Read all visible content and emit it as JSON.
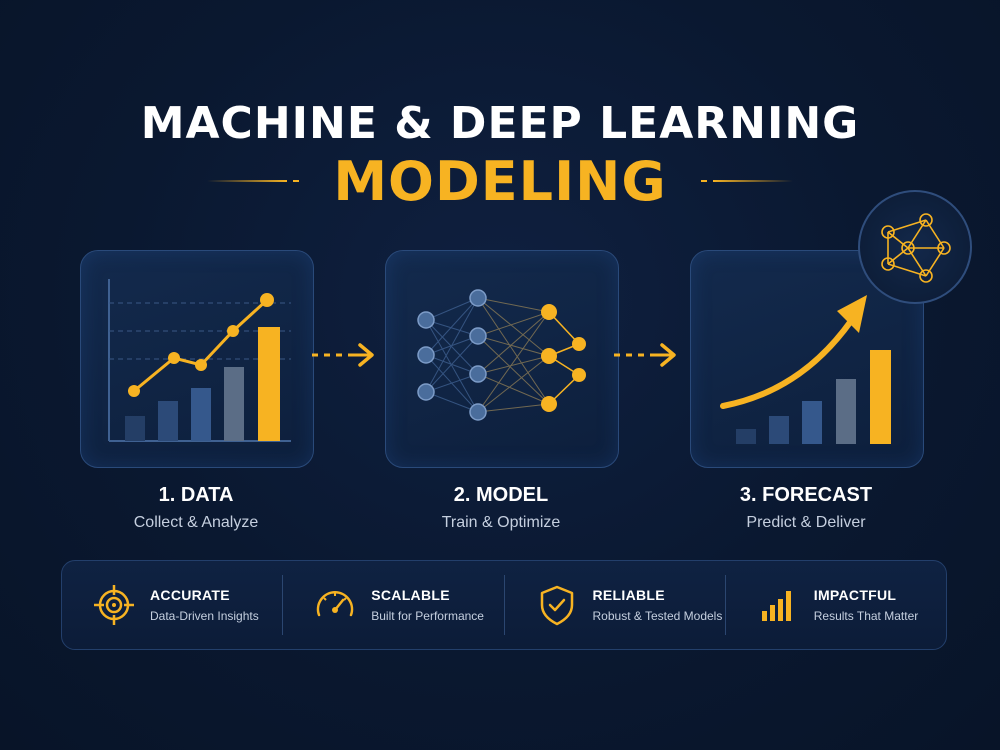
{
  "header": {
    "title": "MACHINE & DEEP LEARNING",
    "subtitle": "MODELING"
  },
  "steps": [
    {
      "title": "1. DATA",
      "subtitle": "Collect & Analyze",
      "icon": "bar-line-chart-icon"
    },
    {
      "title": "2. MODEL",
      "subtitle": "Train & Optimize",
      "icon": "neural-network-icon"
    },
    {
      "title": "3. FORECAST",
      "subtitle": "Predict & Deliver",
      "icon": "growth-trend-icon"
    }
  ],
  "features": [
    {
      "title": "ACCURATE",
      "subtitle": "Data-Driven Insights",
      "icon": "target-crosshair-icon"
    },
    {
      "title": "SCALABLE",
      "subtitle": "Built for Performance",
      "icon": "speedometer-icon"
    },
    {
      "title": "RELIABLE",
      "subtitle": "Robust & Tested Models",
      "icon": "shield-check-icon"
    },
    {
      "title": "IMPACTFUL",
      "subtitle": "Results That Matter",
      "icon": "bar-chart-icon"
    }
  ],
  "colors": {
    "background": "#0a1830",
    "accent": "#f7b322",
    "node_blue": "#4a6d9c",
    "text_primary": "#ffffff",
    "text_secondary": "#c5cfdf"
  }
}
